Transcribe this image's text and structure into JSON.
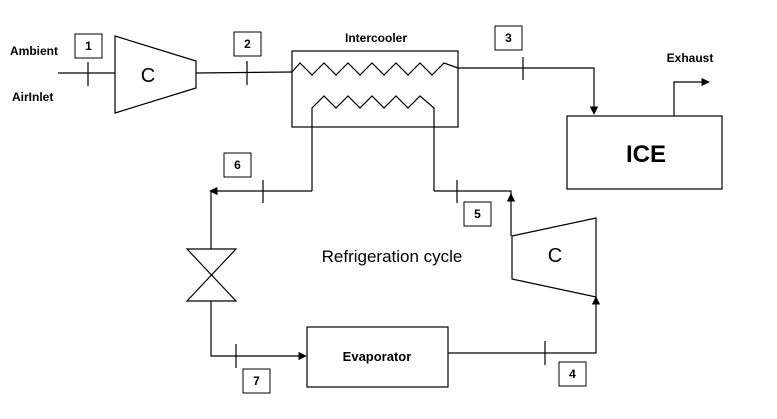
{
  "labels": {
    "ambient": "Ambient",
    "air_inlet": "AirInlet",
    "intercooler": "Intercooler",
    "exhaust": "Exhaust",
    "ice": "ICE",
    "compressor_main": "C",
    "compressor_refrigeration": "C",
    "refrigeration_cycle": "Refrigeration cycle",
    "evaporator": "Evaporator"
  },
  "state_points": [
    "1",
    "2",
    "3",
    "4",
    "5",
    "6",
    "7"
  ],
  "colors": {
    "line": "#000000",
    "background": "#ffffff"
  }
}
